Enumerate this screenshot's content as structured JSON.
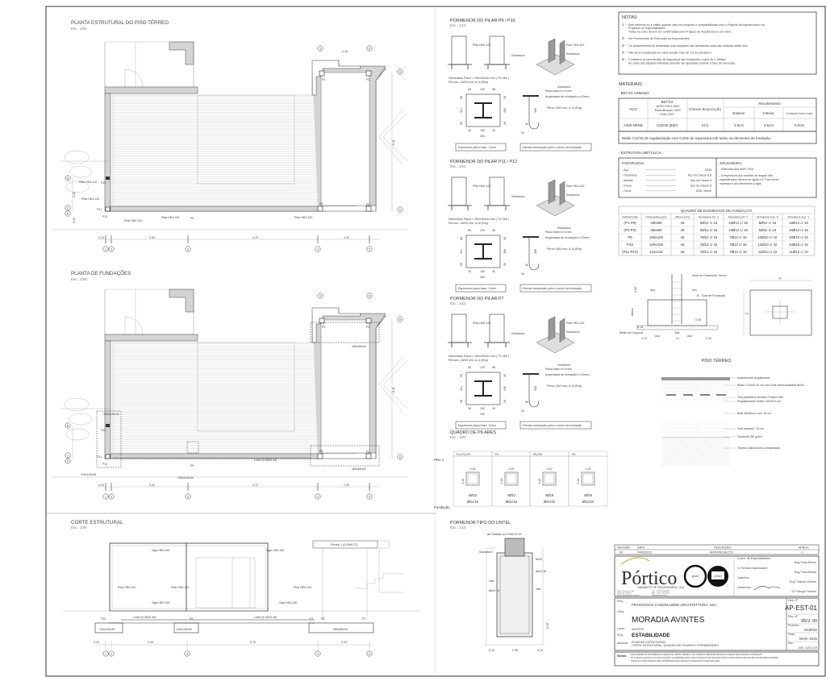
{
  "plan1": {
    "title": "PLANTA ESTRUTURAL DO PISO TÉRREO",
    "scale": "Esc.: 1/50",
    "grid_bottom": [
      "1",
      "2",
      "3",
      "4",
      "5"
    ],
    "grid_top": [
      "5",
      "6"
    ],
    "grid_right": [
      "A",
      "D"
    ],
    "grid_left": [
      "B",
      "C",
      "E"
    ],
    "dims_bottom": [
      "0.23",
      "3.40",
      "5.79",
      "2.29"
    ],
    "dim_top": "2.18",
    "dim_right": "6.11",
    "dims_left": [
      "1.32",
      "0.23"
    ],
    "pillars": [
      "P1",
      "P2",
      "P3",
      "P8",
      "P9",
      "P10",
      "P11",
      "P12"
    ],
    "pillar_note": "Pilar HEA 120"
  },
  "plan2": {
    "title": "PLANTA DE FUNDAÇÕES",
    "scale": "Esc.: 1/50",
    "footings": [
      "280x85x45",
      "115x115x45",
      "105x105x45",
      "280x85x45",
      "105x105x45"
    ],
    "lintel": "Lintel (0.45X0.45)",
    "pillars": [
      "P1",
      "P2",
      "P3",
      "P8",
      "P9",
      "P10",
      "P11",
      "P12"
    ]
  },
  "section": {
    "title": "CORTE ESTRUTURAL",
    "scale": "Esc.: 1/50",
    "beams": [
      "Viga HEA 160",
      "Viga HEA 160",
      "Viga HEA 160",
      "Viga HEA 160"
    ],
    "columns": [
      "Pilar HEA 120",
      "Pilar HEA 120",
      "Pilar HEA 120"
    ],
    "portico": "Pórtico 1 (0.25x0.27)",
    "lintels": [
      "Lintel (0.45X0.45)",
      "Lintel (0.45X0.45)"
    ],
    "pillars": [
      "P12",
      "P9",
      "P7",
      "P8",
      "P1"
    ],
    "footings": [
      "115x115x45",
      "105x105x45",
      "280x85x45"
    ],
    "dims": [
      "0.23",
      "3.40",
      "5.79",
      "2.29"
    ],
    "grid": [
      "1",
      "2",
      "3",
      "4",
      "5"
    ]
  },
  "details": [
    {
      "title": "PORMENOR DO PILAR P9 / P10",
      "scale": "Esc.: 1/10",
      "plate": "Espessura placa base: 11mm"
    },
    {
      "title": "PORMENOR DO PILAR P11 / P12",
      "scale": "Esc.: 1/10",
      "plate": "Espessura placa base: 10mm"
    },
    {
      "title": "PORMENOR DO PILAR P7",
      "scale": "Esc.: 1/10",
      "plate": "Espessura placa base: 11mm"
    }
  ],
  "detail_common": {
    "pillar": "Pilar HEA 120",
    "weld": "Soldadura",
    "plate_dims": "Dimensões Placa = 250x250x11 mm ( Fe 360 )",
    "anchors": "Pernos = 4Ø10 mm, A-4t (Exp)",
    "base_plate": "Placa base e=11mm",
    "mortar": "Argamassa de nivelação e=20mm",
    "bolt": "Perno: Ø10 mm, A-4t (Exp)",
    "orient": "Orientar amarração para o centro da fundação",
    "dims_top": [
      "65",
      "120",
      "65"
    ],
    "dims_bottom": [
      "30",
      "190",
      "30"
    ],
    "dim_total": "250",
    "dims_left": [
      "68",
      "114",
      "68"
    ],
    "dims_right": [
      "30",
      "190",
      "30"
    ],
    "hook": [
      "300",
      "50",
      "20"
    ]
  },
  "pillar_table": {
    "title": "QUADRO DE PILARES",
    "scale": "Esc.: 1/20",
    "row_top": "Piso 1",
    "row_bottom": "Fundação",
    "columns": [
      {
        "name": "P1=P2=P3",
        "w": "0.25",
        "h": "0.24",
        "rebar": "4Ø12",
        "stirrup": "Ø6c/15"
      },
      {
        "name": "P4",
        "w": "0.20",
        "h": "0.20",
        "rebar": "4Ø12",
        "stirrup": "Ø6c/15"
      },
      {
        "name": "P5=P6",
        "w": "0.20",
        "h": "0.20",
        "rebar": "4Ø16",
        "stirrup": "Ø6c/20"
      },
      {
        "name": "P8",
        "w": "0.25",
        "h": "0.24",
        "rebar": "4Ø16",
        "stirrup": "Ø6c/20"
      }
    ]
  },
  "lintel_detail": {
    "title": "PORMENOR TIPO DO LINTEL",
    "scale": "Esc.: 1/10",
    "labels": [
      "ø6 Soldado ao Perfil //0.15",
      "Soldadura",
      "6ø10",
      "ø6//0.15",
      "2ø6",
      "ø6//0.15",
      "2ø8"
    ],
    "dims": [
      "0.10",
      "0.45",
      "0.10"
    ],
    "height": "0.45"
  },
  "notes": {
    "title": "NOTAS:",
    "items": [
      {
        "n": "1 -",
        "lines": [
          "Este desenho só é válido quando visto em conjunto e compatibilizado com o Projecto de Arquitectura e os",
          "Projectos de Especialidades.",
          "Todas as cotas devem ser confirmadas pelo Projecto de Arquitectura e em obra."
        ]
      },
      {
        "n": "2 -",
        "lines": [
          "Ver Pormenores de Execução correspondentes."
        ]
      },
      {
        "n": "3 -",
        "lines": [
          "Os comprimentos de amarração e/ou empalme das armaduras onde não indicado serão 50ø."
        ]
      },
      {
        "n": "4 -",
        "lines": [
          "Não será empalmada em cada secção mais de 1/3 da armadura."
        ]
      },
      {
        "n": "5 -",
        "lines": [
          "Considera-se para tensão de segurança das fundações o valor de 0.15Mpa.",
          "As cotas das sapatas indicadas deverão ser ajustadas durante a fase de execução."
        ]
      }
    ]
  },
  "materials": {
    "title": "MATERIAIS:",
    "concrete_title": "- BETÃO ARMADO",
    "headers": {
      "steel": "AÇO",
      "concrete": "BETÃO",
      "concrete_sub": [
        "- NPEN 206.1:2007",
        "- Especificação LNEC",
        "E464-2007"
      ],
      "exposure": "Classe Exposição",
      "cover": "Recobrimento",
      "exterior": "Exterior",
      "interior": "Interior",
      "soil": "Contacto com o solo"
    },
    "values": {
      "steel": "A400 NRSD",
      "concrete": "C25/30 (B30)",
      "exposure": "XC2",
      "exterior": "3.5cm",
      "interior": "3.5cm",
      "soil": "5.0cm"
    },
    "footnote": "Betão C12/15 de regularização com 0,10m de espessura sob todos os elementos de fundação.",
    "metal_title": "- ESTRUTURA METÁLICA:",
    "bolts_title": "PARAFUSOS:",
    "bolts": [
      {
        "k": "- Aço",
        "v": "S235"
      },
      {
        "k": "- Parafusos",
        "v": "Aço da Classe 8.8"
      },
      {
        "k": "- Anilhas",
        "v": "Aço da Classe 8"
      },
      {
        "k": "- Porca",
        "v": "Aço da Classe 8"
      },
      {
        "k": "- Furos",
        "v": "M16: 18mm"
      }
    ],
    "weld_title": "SOLDADURA:",
    "weld_lines": [
      "- Eletrodos tipo AWS 7018",
      "- A espessura dos cordões de ângulo não",
      "especificados deverá ser igual a 0.7 da menor",
      "espessura dos elementos a ligar."
    ]
  },
  "foundation_table": {
    "title": "QUADRO DE ELEMENTOS DE FUNDAÇÃO",
    "headers": [
      "Referências",
      "Dimensões (cm)",
      "Altura (cm)",
      "Armadura inf. X",
      "Armadura inf. Y",
      "Armadura sup. X",
      "Armadura sup. Y"
    ],
    "rows": [
      [
        "(P1-P8)",
        "280x85",
        "45",
        "5Ø12 c/ 15",
        "18Ø12 c/ 15",
        "5Ø12 c/ 15",
        "18Ø12 c/ 15"
      ],
      [
        "(P2-P3)",
        "280x85",
        "45",
        "5Ø12 c/ 15",
        "18Ø12 c/ 15",
        "5Ø12 c/ 15",
        "18Ø12 c/ 15"
      ],
      [
        "P9",
        "105x105",
        "45",
        "7Ø12 c/ 15",
        "7Ø12 c/ 15",
        "10Ø10 c/ 10",
        "10Ø10 c/ 10"
      ],
      [
        "P10",
        "105x105",
        "45",
        "7Ø12 c/ 15",
        "7Ø12 c/ 15",
        "10Ø10 c/ 10",
        "10Ø10 c/ 10"
      ],
      [
        "(P11-P12)",
        "115x115",
        "45",
        "7Ø12 c/ 15",
        "7Ø12 c/ 15",
        "11Ø10 c/ 10",
        "11Ø10 c/ 10"
      ]
    ]
  },
  "footing_detail": {
    "labels": [
      "Nível do Pavimento Térreo",
      "Asy",
      "Asx",
      "B - Cota de Fundação",
      "Altura",
      "Betão de Limpeza",
      "Asy",
      "Asx",
      "0.10",
      "Lx",
      "0.10",
      "0.50",
      "0.10",
      "Ly",
      "Lx",
      "0.05",
      "35ø"
    ]
  },
  "floor_section": {
    "title": "PISO TÉRREO",
    "layers": [
      "Acabamento Arquitectura",
      "Betão C20/25 15 cm com rede electrosoldada AR42",
      "Tela polietileno Drentex Protect 500",
      "Regularização betão C20/25 5 cm",
      "Brita 38/48mm com 15 cm",
      "\"tout-venante\" 15 cm",
      "Geotextil 250 gr/m2",
      "Terreno natural bem compactado"
    ]
  },
  "title_block": {
    "rev_headers": [
      "REVISÃO",
      "DATA",
      "DESCRIÇÃO",
      "APROV."
    ],
    "rev_row": [
      "00",
      "24/03/2015",
      "ANTEPROJECTO",
      "/ /"
    ],
    "company": "Pórtico",
    "company_sub": "GABINETE DE ENGENHARIA, LDA",
    "company_contacts": [
      "Rua D.Francisco, 287",
      "4200-000 PORTO",
      "Email: geral@portico.com.pt",
      "TEL: +351 22 0000000",
      "FAX: +351 22 0000000",
      "www.portico.com.pt"
    ],
    "cert_logos": [
      "apcer",
      "IQNet"
    ],
    "roles": [
      {
        "role": "Coord. de Especialidades:",
        "name": "Eng.ª Ana Neves"
      },
      {
        "role": "O Técnico responsável:",
        "name": "Eng.ª Ana Neves"
      },
      {
        "role": "Calculou:",
        "name": "Eng.º Márcio Gomes"
      },
      {
        "role": "Desenhou:",
        "name": "Sr.º Sérgio Ferreira"
      }
    ],
    "client_label": "Req.:",
    "client": "FRANCESCO CANCELLIERE ARCHITETTURA, LDA",
    "work_label": "Obra:",
    "work": "MORADIA AVINTES",
    "place_label": "Local:",
    "place": "AVINTES",
    "proj_label": "Proj.:",
    "project": "ESTABILIDADE",
    "subject_label": "Assunto:",
    "subject": [
      "PLANTAS ESTRUTURAIS",
      "CORTE ESTRUTURAL, QUADRO DE PILARES E PORMENORES"
    ],
    "drawing_no_label": "Des. nº:",
    "drawing_no": "AP-EST-01",
    "rev_label": "Rev. nº:",
    "rev": "REV. 00",
    "file_label": "Ficheiro:",
    "file": "N15P02",
    "date_label": "Data:",
    "date": "MAR. 2015",
    "scale_label": "Esc.:",
    "scale": "1/50; 1/20;1/10",
    "notes_label": "Notas:",
    "notes_lines": [
      "ESTE DESENHO É PROPRIEDADE INTELECTUAL DESTE GABINETE, NÃO PODENDO SER REPRODUZIDO OU CEDIDO SEM A DEVIDA AUTORIZAÇÃO.",
      "SÓ É VÁLIDO QUANDO VISTO EM CONJUNTO E COMPATIBILIZADO COM O PROJECTO DE ARQUITECTURA E COM OS RESTANTES PROJECTOS DE ESPECIALIDADES.",
      "TODAS AS COTAS DEVERÃO SER CONFIRMADAS PELO PROJECTO DE ARQUITECTURA E EM OBRA."
    ]
  }
}
